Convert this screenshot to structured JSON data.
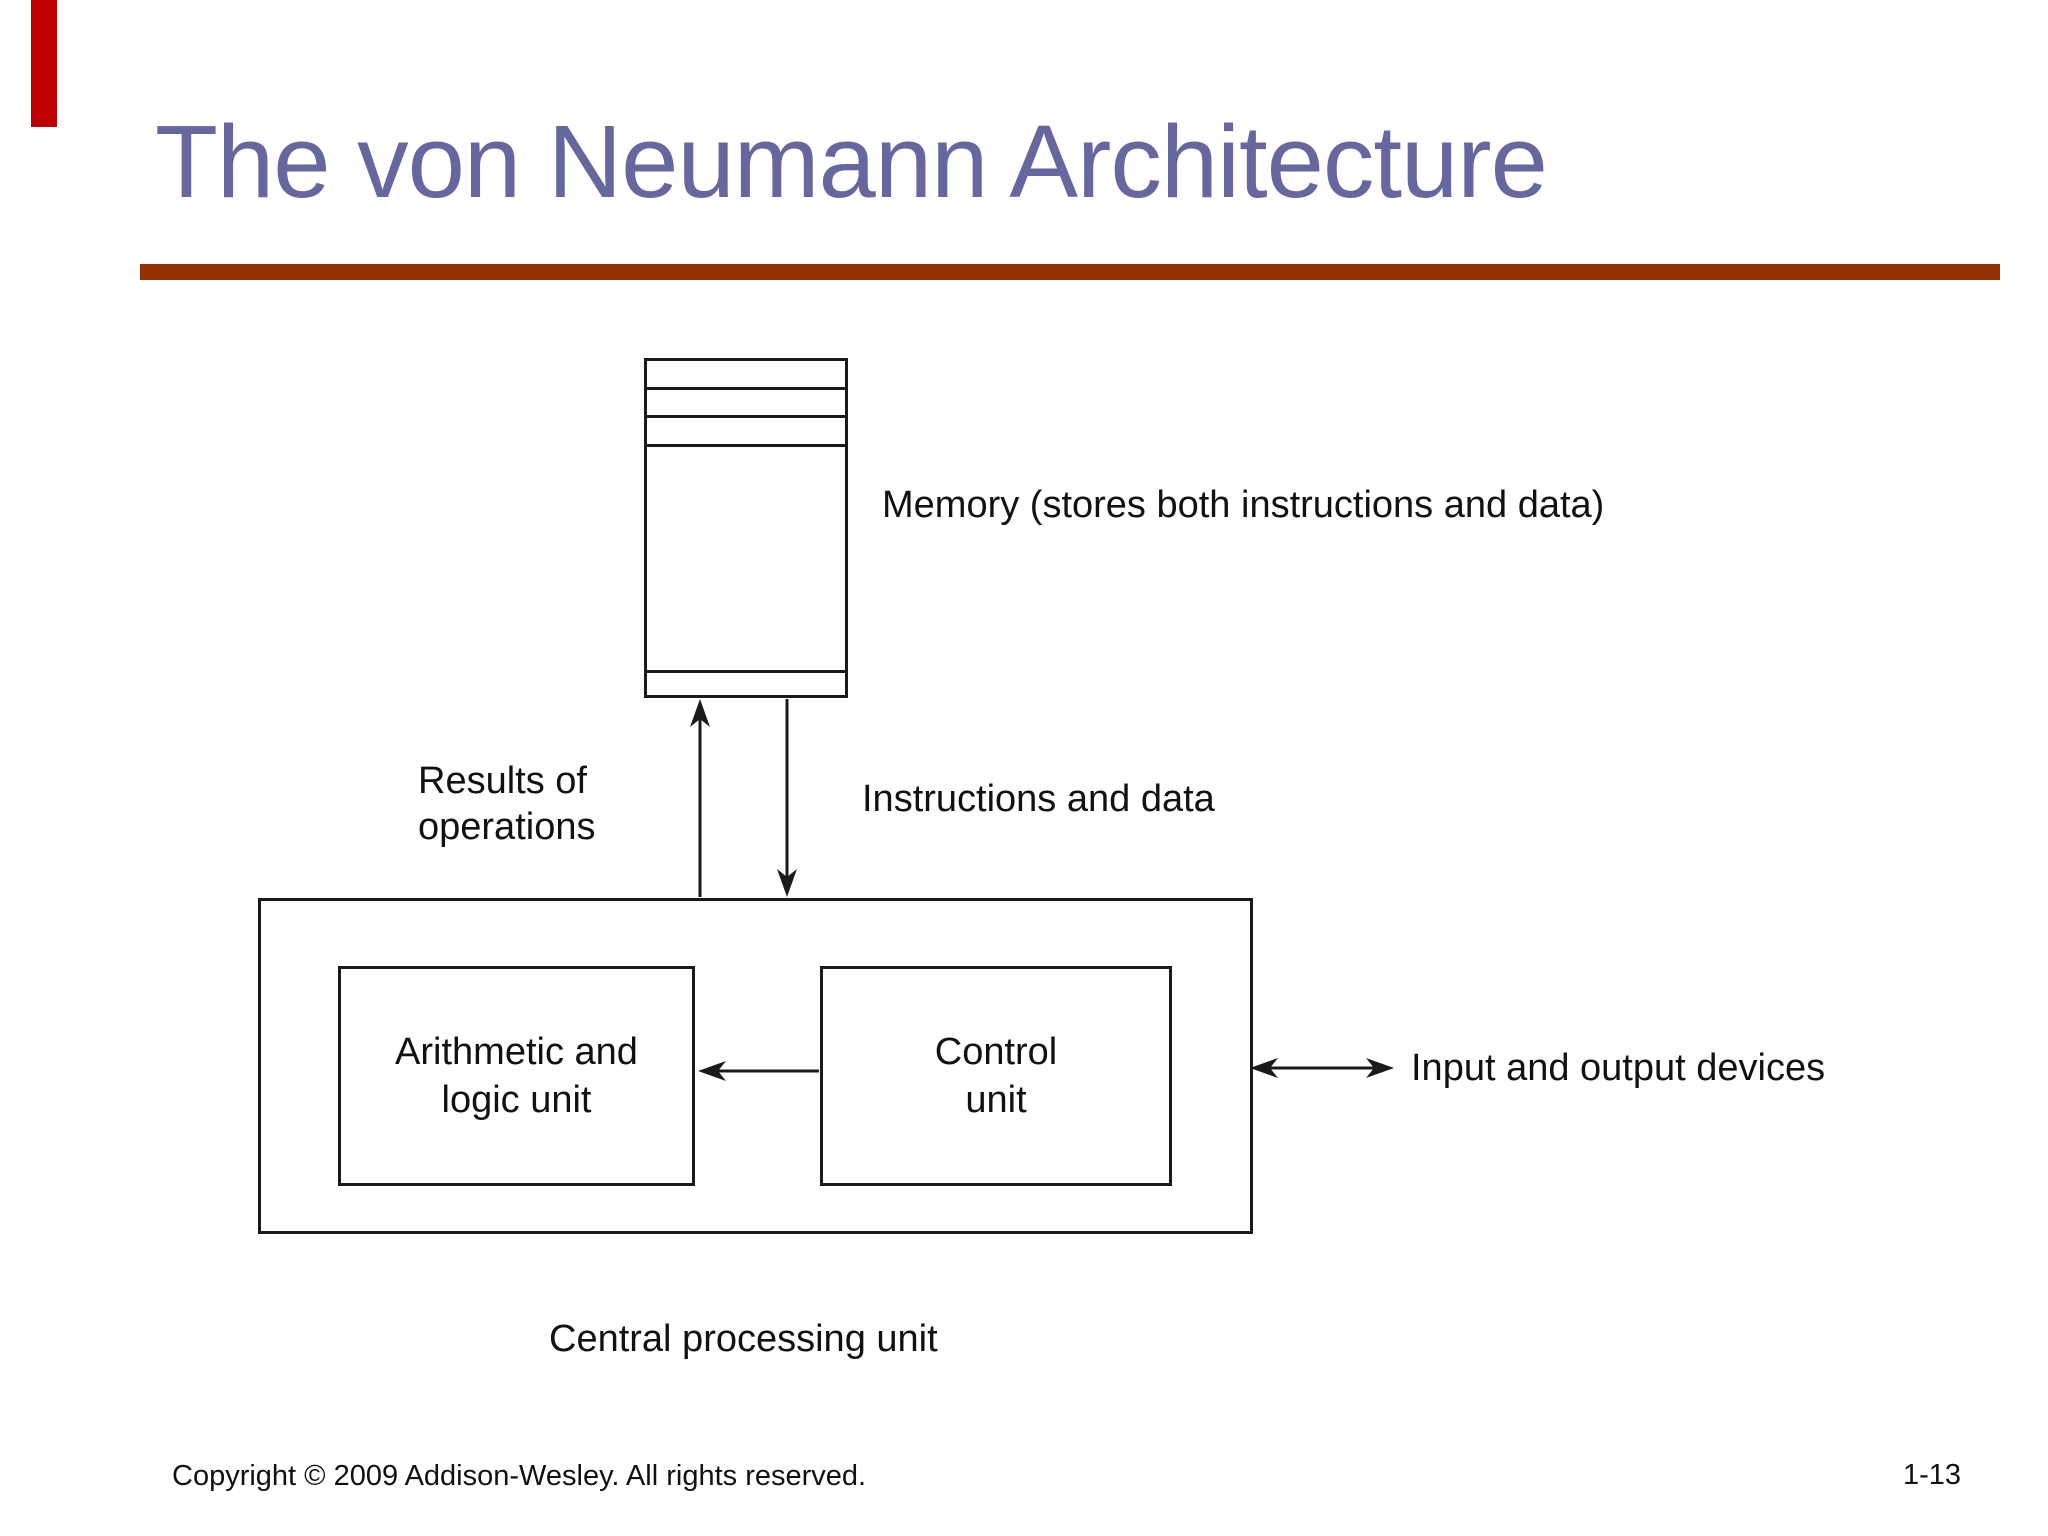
{
  "slide": {
    "title": "The von Neumann Architecture",
    "copyright": "Copyright © 2009 Addison-Wesley. All rights reserved.",
    "page_number": "1-13"
  },
  "diagram": {
    "memory_label": "Memory (stores both instructions and data)",
    "results_line1": "Results of",
    "results_line2": "operations",
    "instructions_label": "Instructions and data",
    "alu_line1": "Arithmetic and",
    "alu_line2": "logic unit",
    "control_line1": "Control",
    "control_line2": "unit",
    "io_label": "Input and output devices",
    "cpu_label": "Central processing unit"
  },
  "colors": {
    "background": "#ffffff",
    "title_text": "#6767a0",
    "rule": "#933000",
    "accent_bar": "#c00000",
    "diagram_line": "#1a1a1a"
  }
}
